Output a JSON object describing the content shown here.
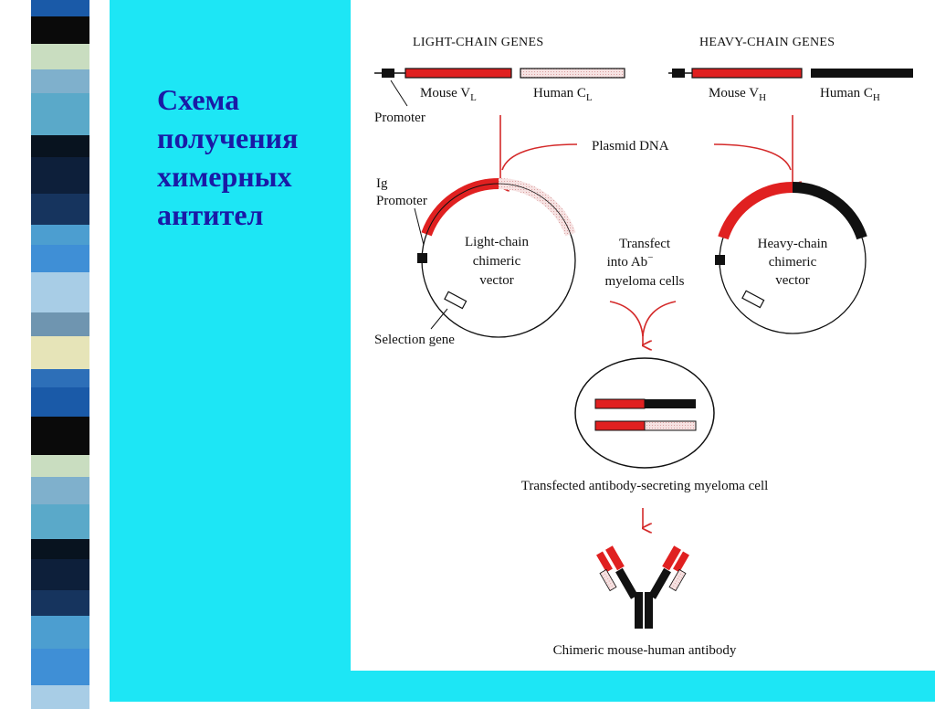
{
  "slide": {
    "title_lines": [
      "Схема",
      "получения",
      "химерных",
      "антител"
    ]
  },
  "colors": {
    "panel": "#1de6f5",
    "title": "#1a1aa6",
    "mouse_segment": "#e02020",
    "arrow": "#d42a2a",
    "human_segment": "#111111",
    "human_light_segment": "#f0d8d8"
  },
  "diagram": {
    "light_header": "LIGHT-CHAIN GENES",
    "heavy_header": "HEAVY-CHAIN GENES",
    "mouse_vl": "Mouse V",
    "mouse_vl_sub": "L",
    "human_cl": "Human C",
    "human_cl_sub": "L",
    "mouse_vh": "Mouse V",
    "mouse_vh_sub": "H",
    "human_ch": "Human C",
    "human_ch_sub": "H",
    "promoter": "Promoter",
    "plasmid_dna": "Plasmid DNA",
    "ig_promoter_line1": "Ig",
    "ig_promoter_line2": "Promoter",
    "light_vector_line1": "Light-chain",
    "light_vector_line2": "chimeric",
    "light_vector_line3": "vector",
    "heavy_vector_line1": "Heavy-chain",
    "heavy_vector_line2": "chimeric",
    "heavy_vector_line3": "vector",
    "transfect_line1": "Transfect",
    "transfect_line2": "into Ab",
    "transfect_sup": "−",
    "transfect_line3": "myeloma cells",
    "selection_gene": "Selection gene",
    "transfected_cell": "Transfected antibody-secreting myeloma cell",
    "chimeric_antibody": "Chimeric mouse-human antibody"
  }
}
